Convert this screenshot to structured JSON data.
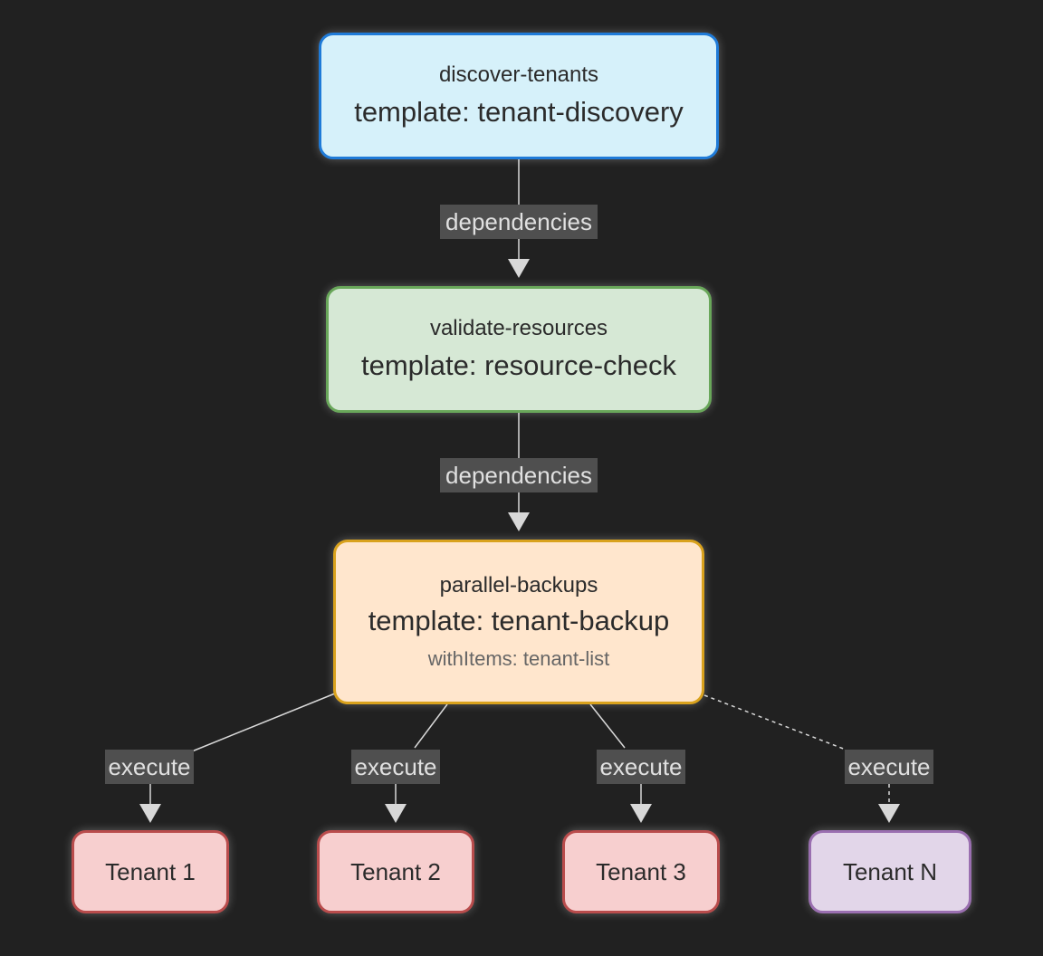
{
  "nodes": {
    "discover": {
      "name": "discover-tenants",
      "template": "template: tenant-discovery"
    },
    "validate": {
      "name": "validate-resources",
      "template": "template: resource-check"
    },
    "parallel": {
      "name": "parallel-backups",
      "template": "template: tenant-backup",
      "with_items": "withItems: tenant-list"
    },
    "tenants": [
      "Tenant 1",
      "Tenant 2",
      "Tenant 3",
      "Tenant N"
    ]
  },
  "edges": {
    "dependencies": "dependencies",
    "execute": "execute"
  },
  "colors": {
    "background": "#212121",
    "discover_fill": "#d6f1fa",
    "discover_border": "#1f7bd8",
    "validate_fill": "#d6e8d5",
    "validate_border": "#69a75a",
    "parallel_fill": "#ffe6cd",
    "parallel_border": "#d9a21d",
    "tenant_fill": "#f7cfcf",
    "tenant_border": "#b94c4c",
    "tenant_n_fill": "#e2d6e9",
    "tenant_n_border": "#9a6fb0",
    "edge": "#d8d8d8",
    "edge_label_bg": "#4f4f4f"
  }
}
